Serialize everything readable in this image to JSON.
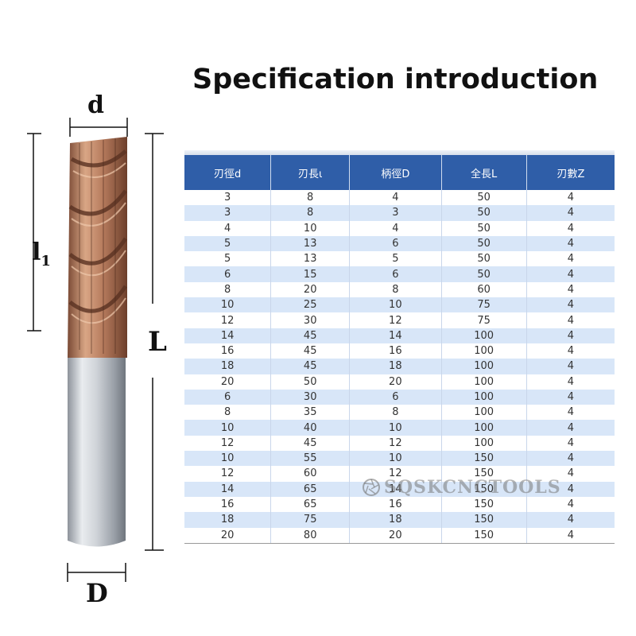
{
  "title": "Specification introduction",
  "dimensions": {
    "d": "d",
    "l1_main": "l",
    "l1_sub": "1",
    "L": "L",
    "D": "D"
  },
  "table": {
    "headers": [
      "刃徑d",
      "刃長ι",
      "柄徑D",
      "全長L",
      "刃數Z"
    ],
    "rows": [
      [
        "3",
        "8",
        "4",
        "50",
        "4"
      ],
      [
        "3",
        "8",
        "3",
        "50",
        "4"
      ],
      [
        "4",
        "10",
        "4",
        "50",
        "4"
      ],
      [
        "5",
        "13",
        "6",
        "50",
        "4"
      ],
      [
        "5",
        "13",
        "5",
        "50",
        "4"
      ],
      [
        "6",
        "15",
        "6",
        "50",
        "4"
      ],
      [
        "8",
        "20",
        "8",
        "60",
        "4"
      ],
      [
        "10",
        "25",
        "10",
        "75",
        "4"
      ],
      [
        "12",
        "30",
        "12",
        "75",
        "4"
      ],
      [
        "14",
        "45",
        "14",
        "100",
        "4"
      ],
      [
        "16",
        "45",
        "16",
        "100",
        "4"
      ],
      [
        "18",
        "45",
        "18",
        "100",
        "4"
      ],
      [
        "20",
        "50",
        "20",
        "100",
        "4"
      ],
      [
        "6",
        "30",
        "6",
        "100",
        "4"
      ],
      [
        "8",
        "35",
        "8",
        "100",
        "4"
      ],
      [
        "10",
        "40",
        "10",
        "100",
        "4"
      ],
      [
        "12",
        "45",
        "12",
        "100",
        "4"
      ],
      [
        "10",
        "55",
        "10",
        "150",
        "4"
      ],
      [
        "12",
        "60",
        "12",
        "150",
        "4"
      ],
      [
        "14",
        "65",
        "14",
        "150",
        "4"
      ],
      [
        "16",
        "65",
        "16",
        "150",
        "4"
      ],
      [
        "18",
        "75",
        "18",
        "150",
        "4"
      ],
      [
        "20",
        "80",
        "20",
        "150",
        "4"
      ]
    ]
  },
  "watermark": "SQSKCNCTOOLS",
  "colors": {
    "header": "#2f5ea8",
    "alt_row": "#d8e6f8",
    "coating": "#b57a5c",
    "shank": "#c9ccd2"
  }
}
